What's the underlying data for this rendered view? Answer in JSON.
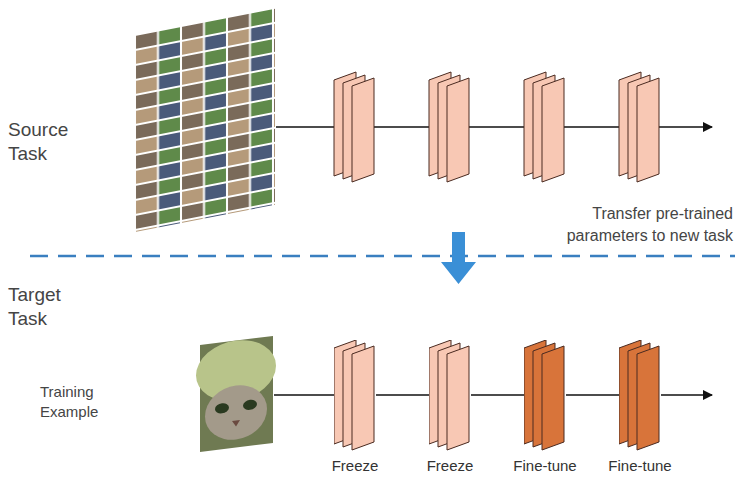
{
  "diagram": {
    "nodes": [
      {
        "text": [
          "Freeze"
        ]
      },
      {
        "text": [
          "Freeze"
        ]
      },
      {
        "text": [
          "Fine-tune"
        ]
      },
      {
        "text": [
          "Fine-tune"
        ]
      }
    ],
    "edges": [
      {
        "from": 0,
        "to": 1,
        "arrow": "none"
      },
      {
        "from": 1,
        "to": 2,
        "arrow": "none"
      },
      {
        "from": 2,
        "to": 3,
        "arrow": "none"
      }
    ],
    "labels": [
      "Source Task",
      "Transfer pre-trained parameters to new task",
      "Target Task",
      "Training Example"
    ]
  }
}
